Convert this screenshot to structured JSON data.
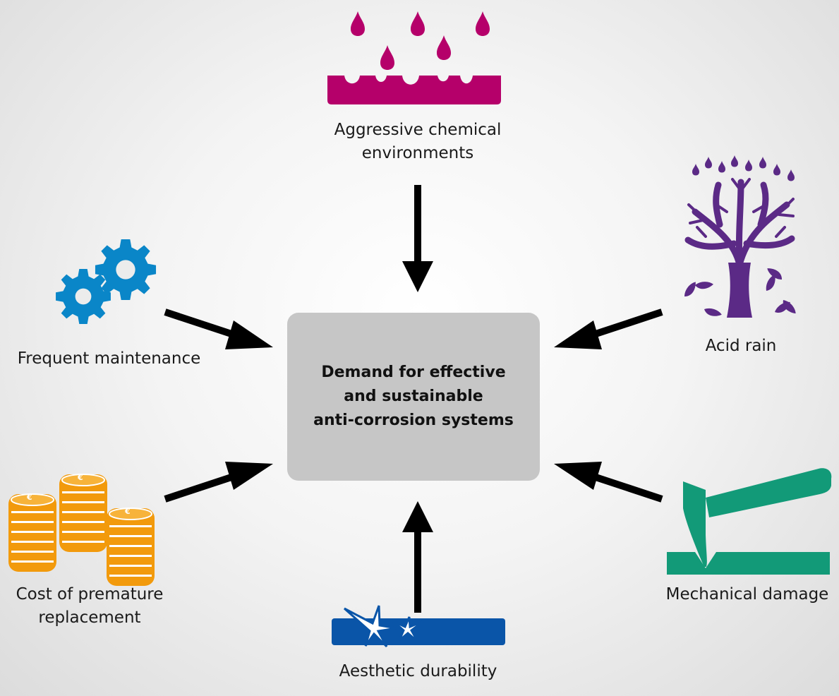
{
  "center": {
    "line1": "Demand for effective",
    "line2": "and sustainable",
    "line3": "anti-corrosion systems"
  },
  "factors": {
    "chemical": {
      "line1": "Aggressive chemical",
      "line2": "environments",
      "icon": "chemical-drops-icon",
      "color": "#b5006a"
    },
    "acid_rain": {
      "label": "Acid rain",
      "icon": "tree-rain-icon",
      "color": "#5b2a86"
    },
    "maintenance": {
      "label": "Frequent maintenance",
      "icon": "gears-icon",
      "color": "#0a86c8"
    },
    "cost": {
      "line1": "Cost of premature",
      "line2": "replacement",
      "icon": "coins-icon",
      "color": "#f29a0c"
    },
    "mechanical": {
      "label": "Mechanical damage",
      "icon": "hammer-icon",
      "color": "#129a78"
    },
    "aesthetic": {
      "label": "Aesthetic durability",
      "icon": "scratch-icon",
      "color": "#0a55a8"
    }
  },
  "coin_symbol": "€",
  "arrow_color": "#000000"
}
